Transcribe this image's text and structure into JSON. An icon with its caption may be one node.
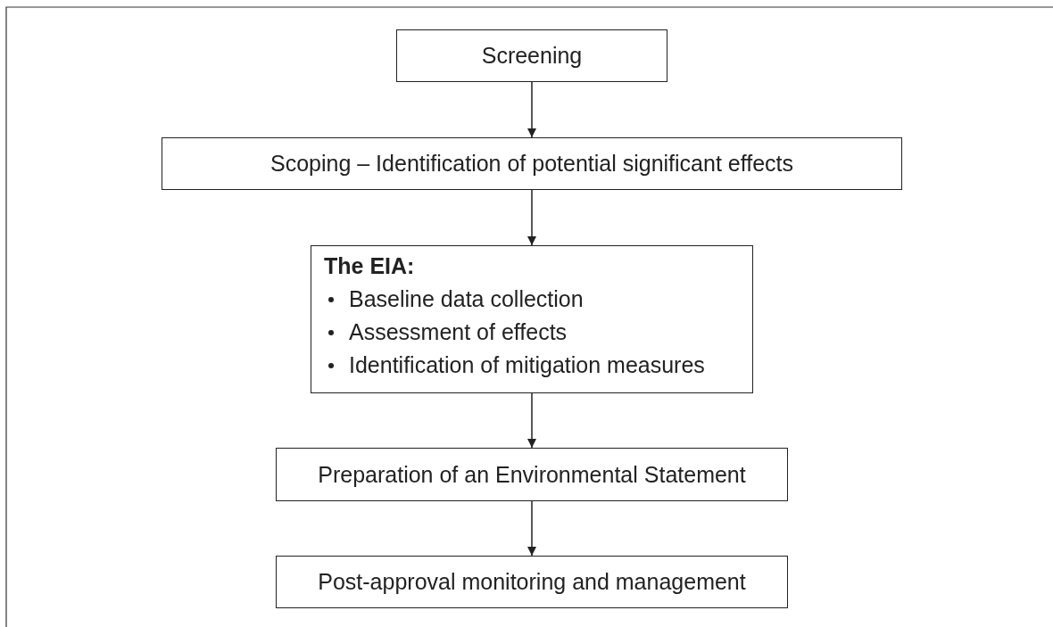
{
  "diagram": {
    "nodes": [
      {
        "text": [
          "Screening"
        ]
      },
      {
        "text": [
          "Scoping – Identification of potential significant effects"
        ]
      },
      {
        "text": [
          "The EIA:",
          "Baseline data collection",
          "Assessment of effects",
          "Identification of mitigation measures"
        ]
      },
      {
        "text": [
          "Preparation of an Environmental Statement"
        ]
      },
      {
        "text": [
          "Post-approval monitoring and management"
        ]
      }
    ],
    "edges": [
      {
        "from": 0,
        "to": 1,
        "arrow": "to"
      },
      {
        "from": 1,
        "to": 2,
        "arrow": "to"
      },
      {
        "from": 2,
        "to": 3,
        "arrow": "to"
      },
      {
        "from": 3,
        "to": 4,
        "arrow": "to"
      }
    ]
  }
}
